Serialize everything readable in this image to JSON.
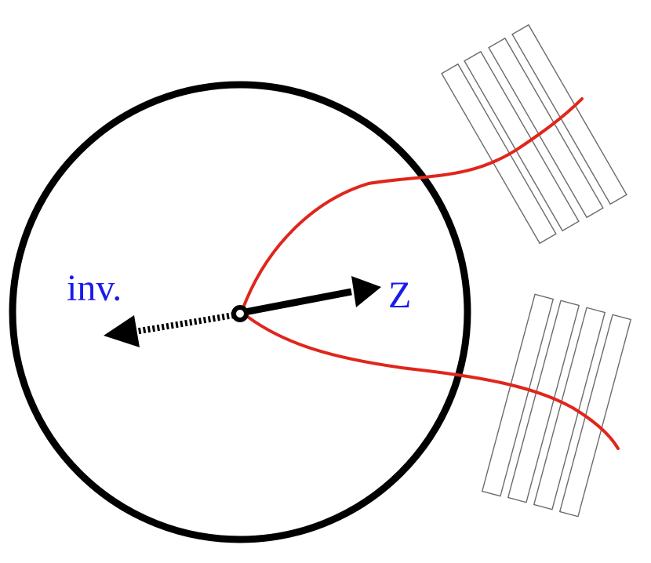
{
  "labels": {
    "z": "Z",
    "inv": "inv."
  },
  "colors": {
    "background": "#ffffff",
    "circle": "#000000",
    "track": "#e0261b",
    "label": "#1a1aee",
    "detector": "#6b6b6b",
    "arrow": "#000000"
  },
  "elements": {
    "circle": "event-boundary",
    "z_arrow": "solid-arrow",
    "inv_arrow": "dotted-arrow",
    "vertex": "vertex-dot",
    "tracks": [
      "upper-track",
      "lower-track"
    ],
    "detector_groups": [
      {
        "name": "upper-detector",
        "strips": 4
      },
      {
        "name": "lower-detector",
        "strips": 4
      }
    ]
  }
}
